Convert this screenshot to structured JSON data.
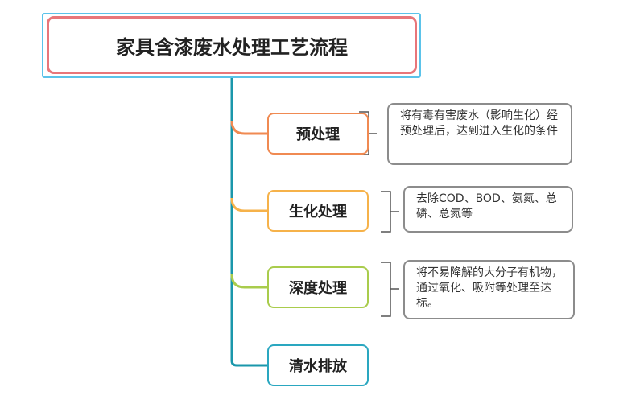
{
  "title": "家具含漆废水处理工艺流程",
  "steps": [
    {
      "label": "预处理",
      "color": "#f08a52"
    },
    {
      "label": "生化处理",
      "color": "#f6b24a"
    },
    {
      "label": "深度处理",
      "color": "#a9cc4c"
    },
    {
      "label": "清水排放",
      "color": "#2aa7c0"
    }
  ],
  "notes": [
    "将有毒有害废水（影响生化）经预处理后，达到进入生化的条件",
    "去除COD、BOD、氨氮、总磷、总氮等",
    "将不易降解的大分子有机物，通过氧化、吸附等处理至达标。"
  ],
  "colors": {
    "trunk": "#1a97ab",
    "title_border": "#e8767a",
    "title_frame": "#5bc3ea",
    "note_border": "#8c8c8c"
  }
}
